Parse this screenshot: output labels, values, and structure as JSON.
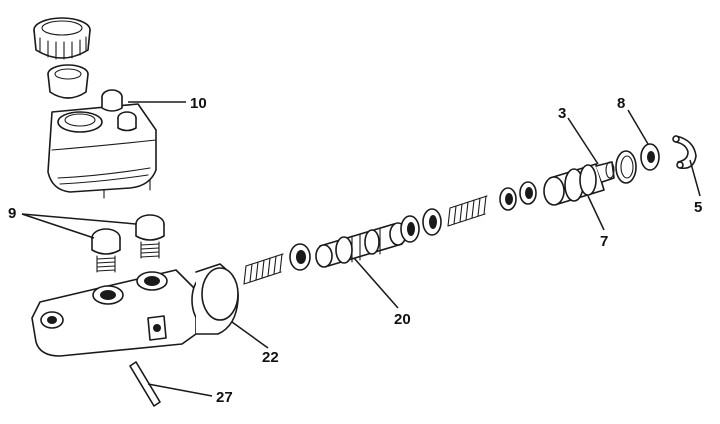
{
  "callouts": {
    "c10": "10",
    "c9": "9",
    "c3": "3",
    "c8": "8",
    "c5": "5",
    "c7": "7",
    "c20": "20",
    "c22": "22",
    "c27": "27"
  }
}
